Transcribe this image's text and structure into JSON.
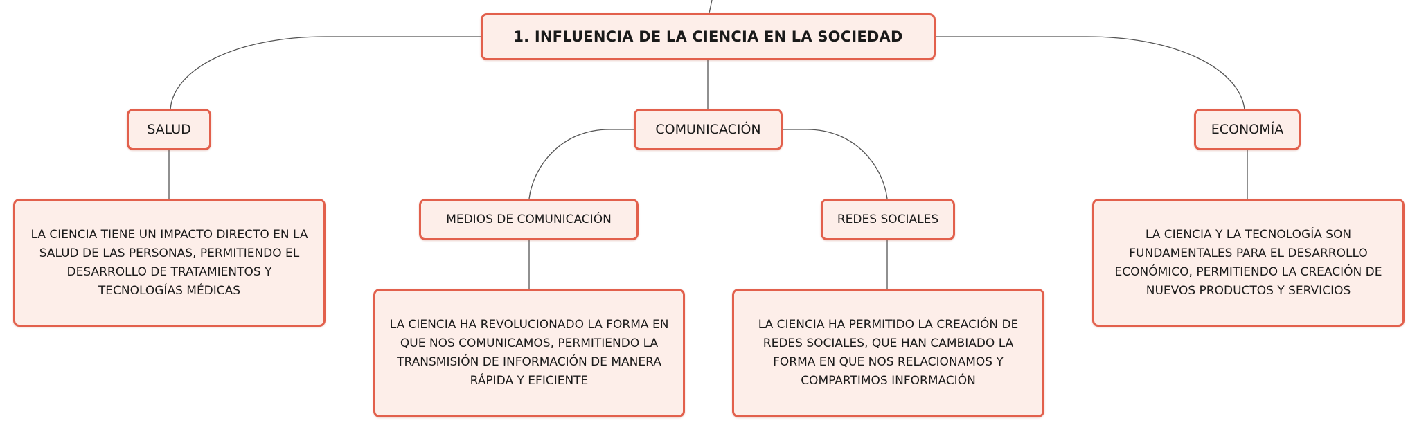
{
  "root": {
    "label": "1. INFLUENCIA DE LA CIENCIA EN LA SOCIEDAD"
  },
  "salud": {
    "label": "SALUD",
    "detail": "LA CIENCIA TIENE UN IMPACTO DIRECTO EN LA SALUD DE LAS PERSONAS, PERMITIENDO EL DESARROLLO DE TRATAMIENTOS Y TECNOLOGÍAS MÉDICAS"
  },
  "comunicacion": {
    "label": "COMUNICACIÓN",
    "medios": {
      "label": "MEDIOS DE COMUNICACIÓN",
      "detail": "LA CIENCIA HA REVOLUCIONADO LA FORMA EN QUE NOS COMUNICAMOS, PERMITIENDO LA TRANSMISIÓN DE INFORMACIÓN DE MANERA RÁPIDA Y EFICIENTE"
    },
    "redes": {
      "label": "REDES SOCIALES",
      "detail": "LA CIENCIA HA PERMITIDO LA CREACIÓN DE REDES SOCIALES, QUE HAN CAMBIADO LA FORMA EN QUE NOS RELACIONAMOS Y COMPARTIMOS INFORMACIÓN"
    }
  },
  "economia": {
    "label": "ECONOMÍA",
    "detail": "LA CIENCIA Y LA TECNOLOGÍA SON FUNDAMENTALES PARA EL DESARROLLO ECONÓMICO, PERMITIENDO LA CREACIÓN DE NUEVOS PRODUCTOS Y SERVICIOS"
  },
  "colors": {
    "border": "#e2604c",
    "fill": "#fdeee9",
    "line": "#555555"
  }
}
